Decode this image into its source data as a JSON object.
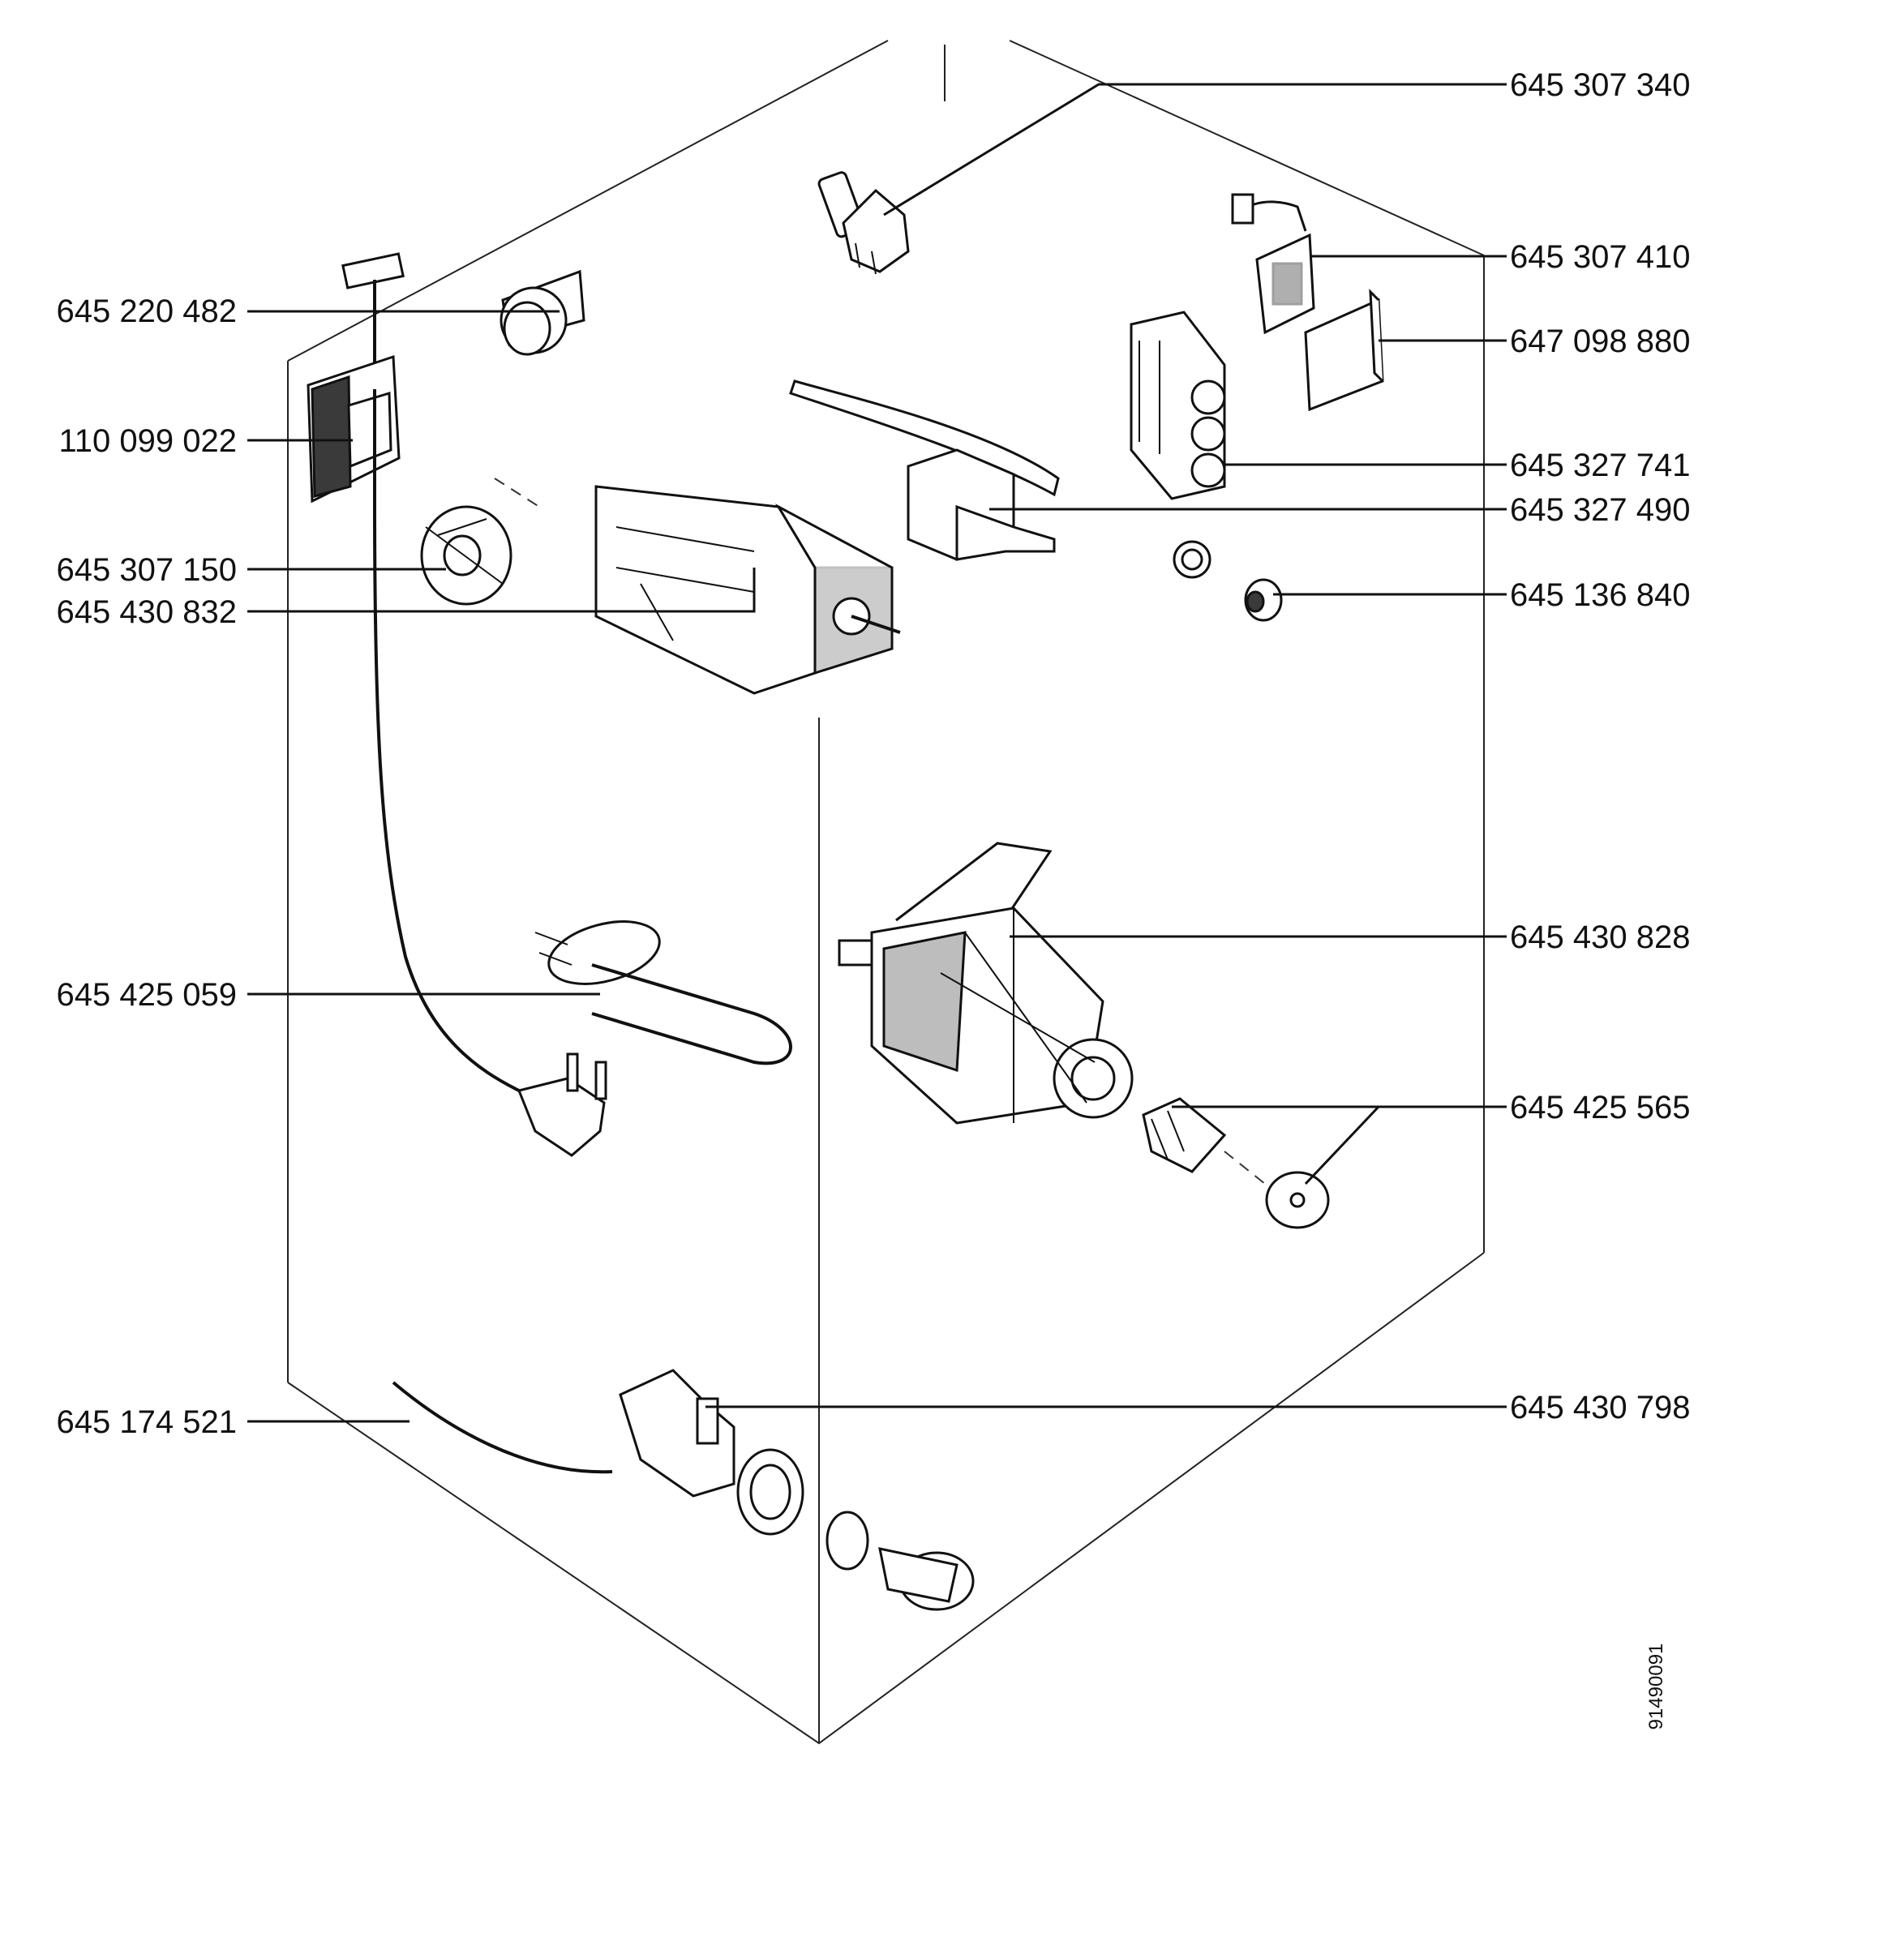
{
  "labels": {
    "left": [
      "645 220 482",
      "110 099 022",
      "645 307 150",
      "645 430 832",
      "645 425 059",
      "645 174 521"
    ],
    "right": [
      "645 307 340",
      "645 307 410",
      "647 098 880",
      "645 327 741",
      "645 327 490",
      "645 136 840",
      "645 430 828",
      "645 425 565",
      "645 430 798"
    ]
  },
  "drawing_code": "91490091"
}
